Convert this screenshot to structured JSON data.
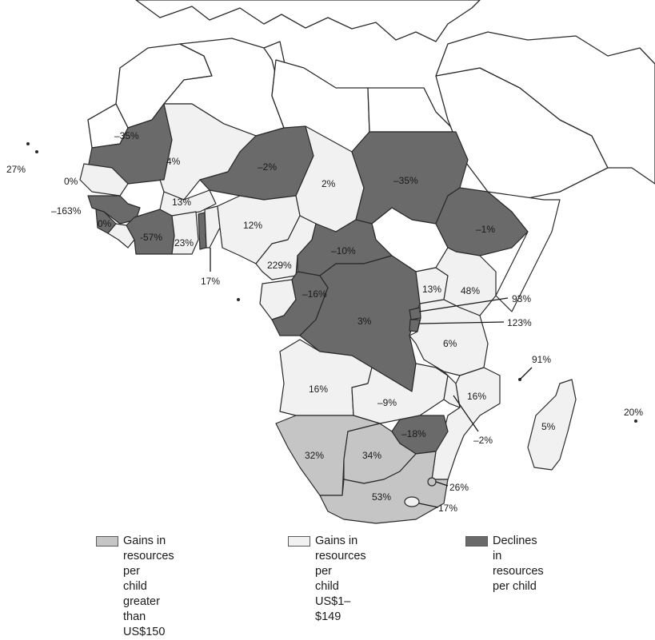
{
  "colors": {
    "high_gain": "#c5c5c5",
    "low_gain": "#f1f1f1",
    "decline": "#6a6a6a",
    "outline": "#2a2a2a"
  },
  "labels": {
    "mauritania": "–35%",
    "mali": "4%",
    "niger": "–2%",
    "chad": "2%",
    "sudan": "–35%",
    "ethiopia": "–1%",
    "cape_verde": "27%",
    "senegal": "0%",
    "sierra_leone": "–163%",
    "liberia": "0%",
    "cote_divoire": "-57%",
    "burkina": "13%",
    "ghana": "23%",
    "benin": "17%",
    "nigeria": "12%",
    "cameroon": "229%",
    "car": "–10%",
    "congo": "–16%",
    "drc": "3%",
    "uganda": "13%",
    "kenya": "48%",
    "rwanda": "93%",
    "burundi": "123%",
    "tanzania": "6%",
    "comoros": "91%",
    "angola": "16%",
    "zambia": "–9%",
    "mozambique": "16%",
    "malawi": "–2%",
    "zimbabwe": "–18%",
    "madagascar": "5%",
    "mauritius": "20%",
    "namibia": "32%",
    "botswana": "34%",
    "south_africa": "53%",
    "swaziland": "26%",
    "lesotho": "17%"
  },
  "legend": [
    {
      "label": "Gains in resources per\nchild greater than US$150",
      "color": "#c5c5c5"
    },
    {
      "label": "Gains in resources per\nchild US$1–$149",
      "color": "#f1f1f1"
    },
    {
      "label": "Declines in resources\nper child",
      "color": "#6a6a6a"
    }
  ]
}
